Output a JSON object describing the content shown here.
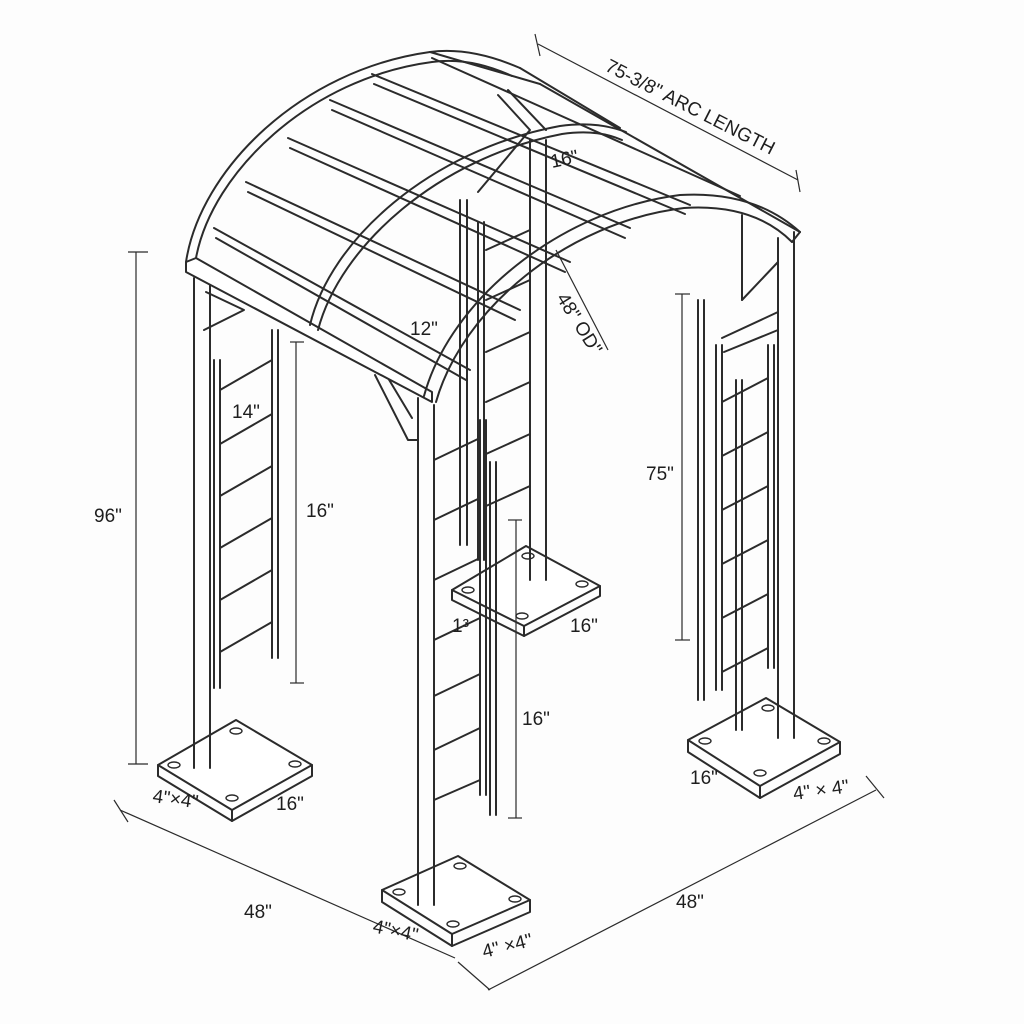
{
  "dimensions": {
    "arc_length": "75-3/8\" ARC LENGTH",
    "height_total": "96\"",
    "height_trellis": "75\"",
    "diameter": "48\" OD\"",
    "width_front": "48\"",
    "depth_side": "48\"",
    "rung_spacing_a": "14\"",
    "rung_spacing_b": "16\"",
    "ladder_height_left": "16\"",
    "ladder_height_center": "16\"",
    "purlin_spacing": "12\"",
    "top_spacing": "16\"",
    "base_back_center": "16\"",
    "base_back_right": "16\"",
    "base_front_left": "16\"",
    "center_partial": "1³",
    "post_left": "4\"×4\"",
    "post_front_a": "4\"×4\"",
    "post_front_b": "4\" ×4\"",
    "post_right": "4\" × 4\""
  }
}
